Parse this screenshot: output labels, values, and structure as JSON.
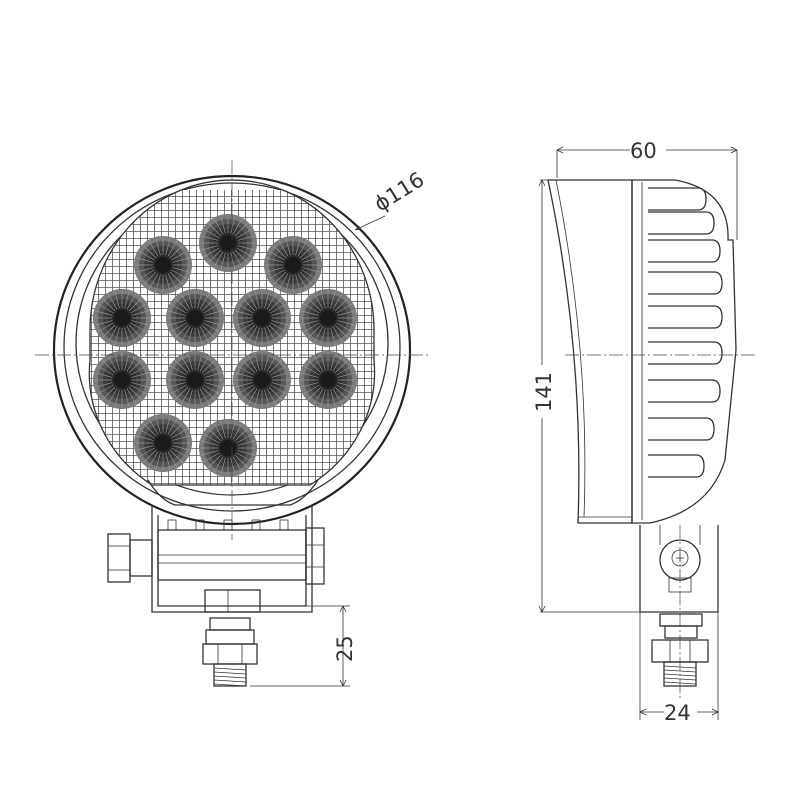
{
  "dimensions": {
    "diameter": "ϕ116",
    "side_width": "60",
    "height": "141",
    "stud_length": "25",
    "bracket_width": "24"
  },
  "led_count": 13,
  "colors": {
    "line": "#333333",
    "led_dark": "#1a1a1a",
    "grid": "#555555",
    "background": "#ffffff"
  }
}
